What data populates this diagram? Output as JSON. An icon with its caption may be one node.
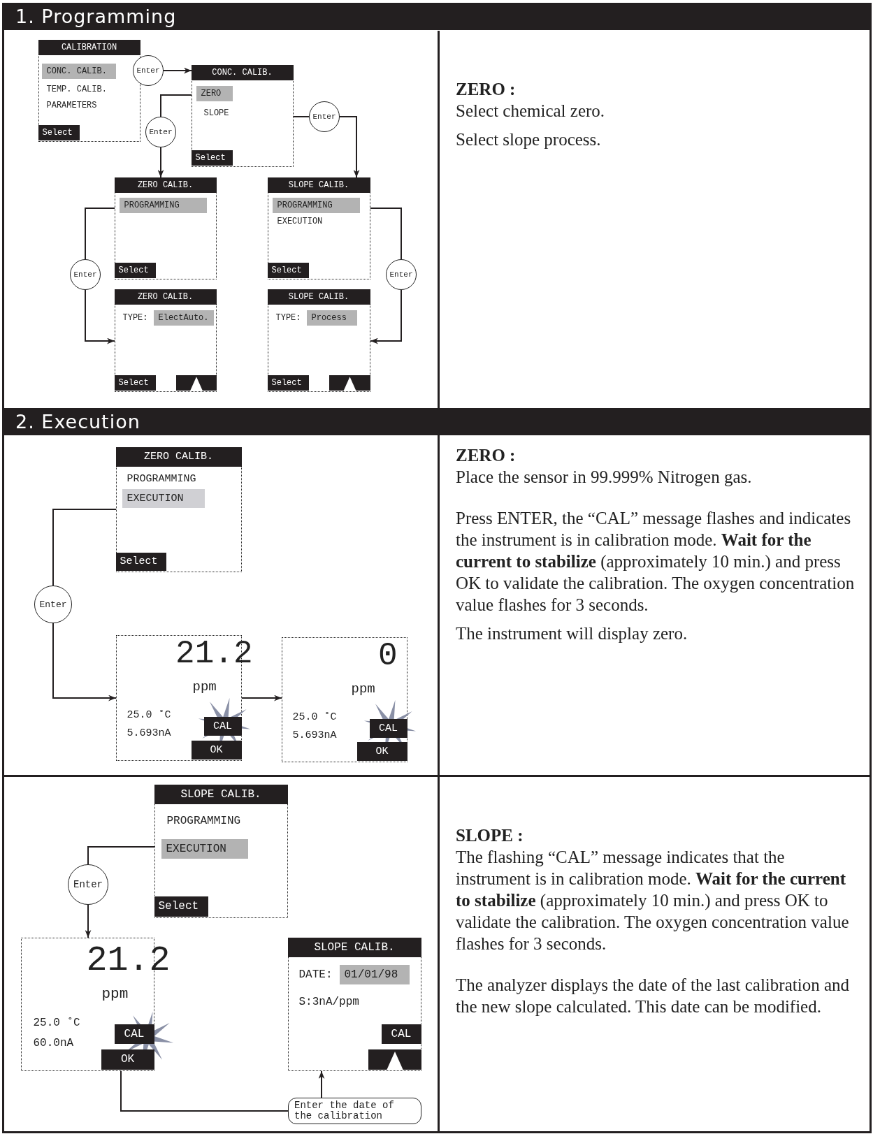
{
  "diagram": {
    "nodes": [
      {
        "text": [
          "CALIBRATION",
          "CONC. CALIB.",
          "TEMP. CALIB.",
          "PARAMETERS",
          "Select"
        ]
      },
      {
        "text": [
          "Enter"
        ]
      },
      {
        "text": [
          "CONC. CALIB.",
          "ZERO",
          "SLOPE",
          "Select"
        ]
      },
      {
        "text": [
          "Enter"
        ]
      },
      {
        "text": [
          "Enter"
        ]
      },
      {
        "text": [
          "ZERO CALIB.",
          "PROGRAMMING",
          "Select"
        ]
      },
      {
        "text": [
          "SLOPE CALIB.",
          "PROGRAMMING",
          "EXECUTION",
          "Select"
        ]
      },
      {
        "text": [
          "Enter"
        ]
      },
      {
        "text": [
          "Enter"
        ]
      },
      {
        "text": [
          "ZERO CALIB.",
          "TYPE:",
          "ElectAuto.",
          "Select"
        ]
      },
      {
        "text": [
          "SLOPE CALIB.",
          "TYPE:",
          "Process",
          "Select"
        ]
      },
      {
        "text": [
          "ZERO CALIB.",
          "PROGRAMMING",
          "EXECUTION",
          "Select"
        ]
      },
      {
        "text": [
          "Enter"
        ]
      },
      {
        "text": [
          "21.2",
          "ppm",
          "25.0 ˚C",
          "5.693nA",
          "CAL",
          "OK"
        ]
      },
      {
        "text": [
          "0",
          "ppm",
          "25.0 ˚C",
          "5.693nA",
          "CAL",
          "OK"
        ]
      },
      {
        "text": [
          "SLOPE CALIB.",
          "PROGRAMMING",
          "EXECUTION",
          "Select"
        ]
      },
      {
        "text": [
          "Enter"
        ]
      },
      {
        "text": [
          "21.2",
          "ppm",
          "25.0 ˚C",
          "60.0nA",
          "CAL",
          "OK"
        ]
      },
      {
        "text": [
          "SLOPE CALIB.",
          "DATE:",
          "01/01/98",
          "S:3nA/ppm",
          "CAL"
        ]
      },
      {
        "text": [
          "Enter the date of the calibration"
        ]
      }
    ],
    "edges": [
      {
        "from": 0,
        "to": 1,
        "arrow": "none"
      },
      {
        "from": 1,
        "to": 2,
        "arrow": "to"
      },
      {
        "from": 2,
        "to": 3,
        "arrow": "none"
      },
      {
        "from": 3,
        "to": 5,
        "arrow": "to"
      },
      {
        "from": 2,
        "to": 4,
        "arrow": "none"
      },
      {
        "from": 4,
        "to": 6,
        "arrow": "to"
      },
      {
        "from": 5,
        "to": 7,
        "arrow": "none"
      },
      {
        "from": 7,
        "to": 9,
        "arrow": "to"
      },
      {
        "from": 6,
        "to": 8,
        "arrow": "none"
      },
      {
        "from": 8,
        "to": 10,
        "arrow": "to"
      },
      {
        "from": 11,
        "to": 12,
        "arrow": "none"
      },
      {
        "from": 12,
        "to": 13,
        "arrow": "to"
      },
      {
        "from": 13,
        "to": 14,
        "arrow": "to"
      },
      {
        "from": 15,
        "to": 16,
        "arrow": "none"
      },
      {
        "from": 16,
        "to": 17,
        "arrow": "to"
      },
      {
        "from": 17,
        "to": 19,
        "arrow": "none"
      },
      {
        "from": 19,
        "to": 18,
        "arrow": "to"
      }
    ],
    "labels": [
      "1. Programming",
      "ZERO :",
      "Select chemical zero.",
      "Select slope process.",
      "2. Execution",
      "ZERO :",
      "Place the sensor in 99.999% Nitrogen gas.",
      "Press ENTER, the “CAL” message flashes and indicates the instrument is in calibration mode. **Wait for the current to stabilize** (approximately 10 min.) and press OK to validate the calibration. The oxygen concentration value flashes for 3 seconds.",
      "The instrument will display zero.",
      "SLOPE :",
      "The flashing “CAL” message indicates that the instrument is in calibration mode. **Wait for the current to stabilize** (approximately 10 min.) and press OK to validate the calibration.  The oxygen concentration value flashes for 3 seconds.",
      "The analyzer displays the date of the last calibration and the new slope calculated. This date can be modified."
    ]
  }
}
